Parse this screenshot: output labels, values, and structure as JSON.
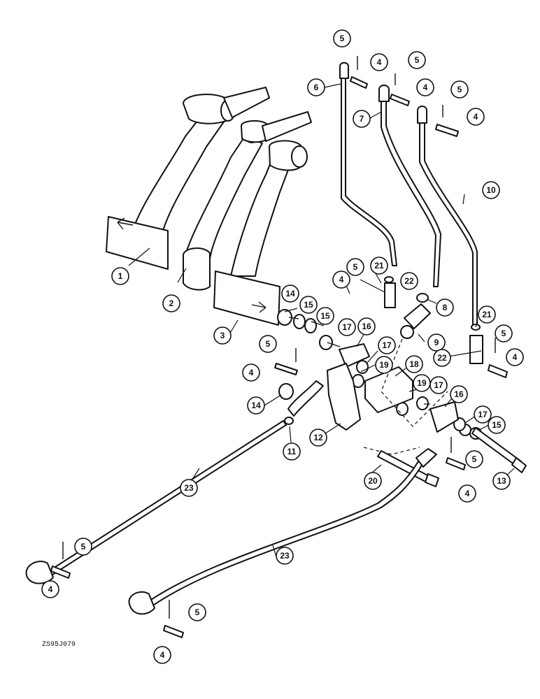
{
  "drawing_id": "ZS95J079",
  "callouts": [
    "1",
    "2",
    "3",
    "4",
    "5",
    "6",
    "7",
    "8",
    "9",
    "10",
    "11",
    "12",
    "13",
    "14",
    "15",
    "16",
    "17",
    "18",
    "19",
    "20",
    "21",
    "22",
    "23"
  ]
}
